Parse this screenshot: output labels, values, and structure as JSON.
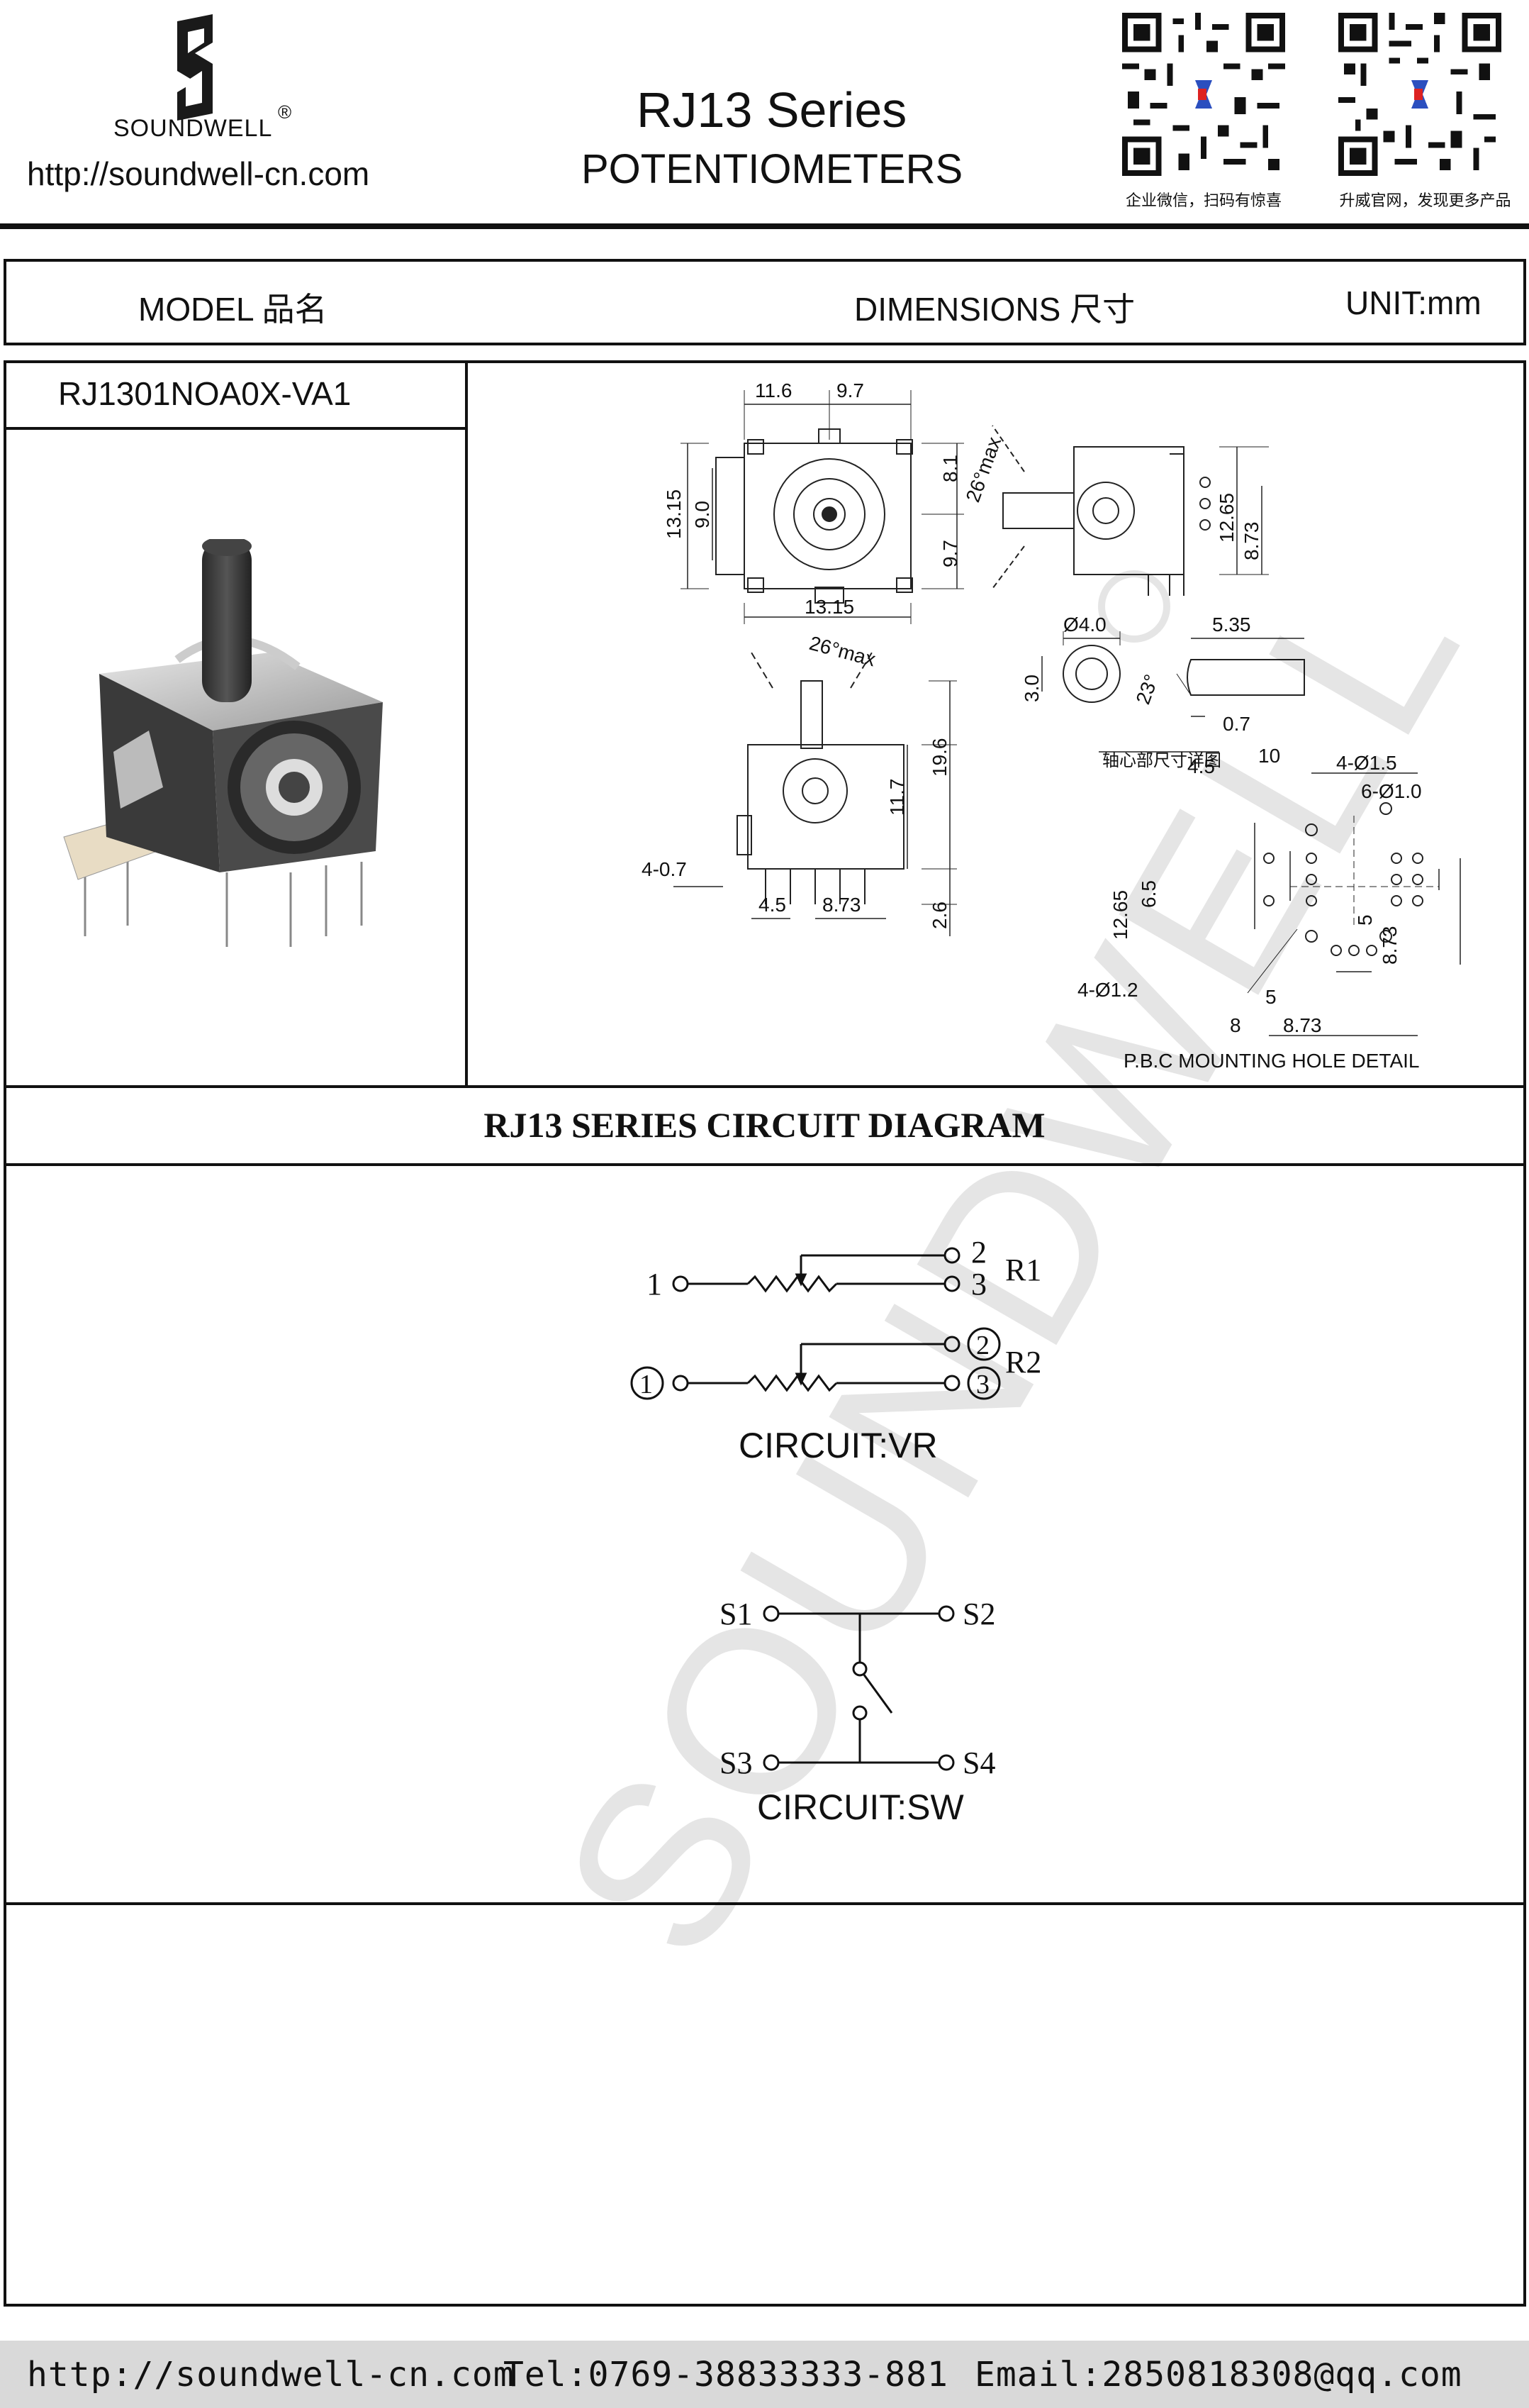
{
  "header": {
    "brand": "SOUNDWELL",
    "registered": "®",
    "website": "http://soundwell-cn.com",
    "title": "RJ13 Series",
    "subtitle": "POTENTIOMETERS",
    "qr1_caption": "企业微信，扫码有惊喜",
    "qr2_caption": "升威官网，发现更多产品"
  },
  "table_header": {
    "model": "MODEL 品名",
    "dimensions": "DIMENSIONS 尺寸",
    "unit": "UNIT:mm"
  },
  "model_number": "RJ1301NOA0X-VA1",
  "dims": {
    "top": {
      "d1": "11.6",
      "d2": "9.7",
      "d3": "8.1",
      "d4": "13.15",
      "d5": "9.0",
      "d6": "9.7",
      "d7": "13.15"
    },
    "side": {
      "angle": "26°max",
      "d1": "12.65",
      "d2": "8.73"
    },
    "front": {
      "angle": "26°max",
      "d1": "19.6",
      "d2": "11.7",
      "d3": "2.6",
      "d4": "4-0.7",
      "d5": "4.5",
      "d6": "8.73"
    },
    "shaft": {
      "dia": "Ø4.0",
      "len": "5.35",
      "d3": "3.0",
      "angle": "23°",
      "d5": "0.7",
      "caption": "轴心部尺寸详图"
    },
    "pcb": {
      "d1": "10",
      "d2": "4.5",
      "d3": "4-Ø1.5",
      "d4": "6-Ø1.0",
      "d5": "12.65",
      "d6": "6.5",
      "d7": "5",
      "d8": "8.73",
      "d9": "4-Ø1.2",
      "d10": "5",
      "d11": "8",
      "d12": "8.73",
      "caption": "P.B.C MOUNTING HOLE DETAIL"
    }
  },
  "circuit": {
    "title": "RJ13 SERIES CIRCUIT DIAGRAM",
    "r1": {
      "p1": "1",
      "p2": "2",
      "p3": "3",
      "label": "R1"
    },
    "r2": {
      "p1": "1",
      "p2": "2",
      "p3": "3",
      "label": "R2"
    },
    "vr_caption": "CIRCUIT:VR",
    "sw": {
      "s1": "S1",
      "s2": "S2",
      "s3": "S3",
      "s4": "S4"
    },
    "sw_caption": "CIRCUIT:SW"
  },
  "watermark": "SOUNDWELL",
  "footer": {
    "url": "http://soundwell-cn.com",
    "tel": "Tel:0769-38833333-881",
    "email": "Email:2850818308@qq.com"
  }
}
